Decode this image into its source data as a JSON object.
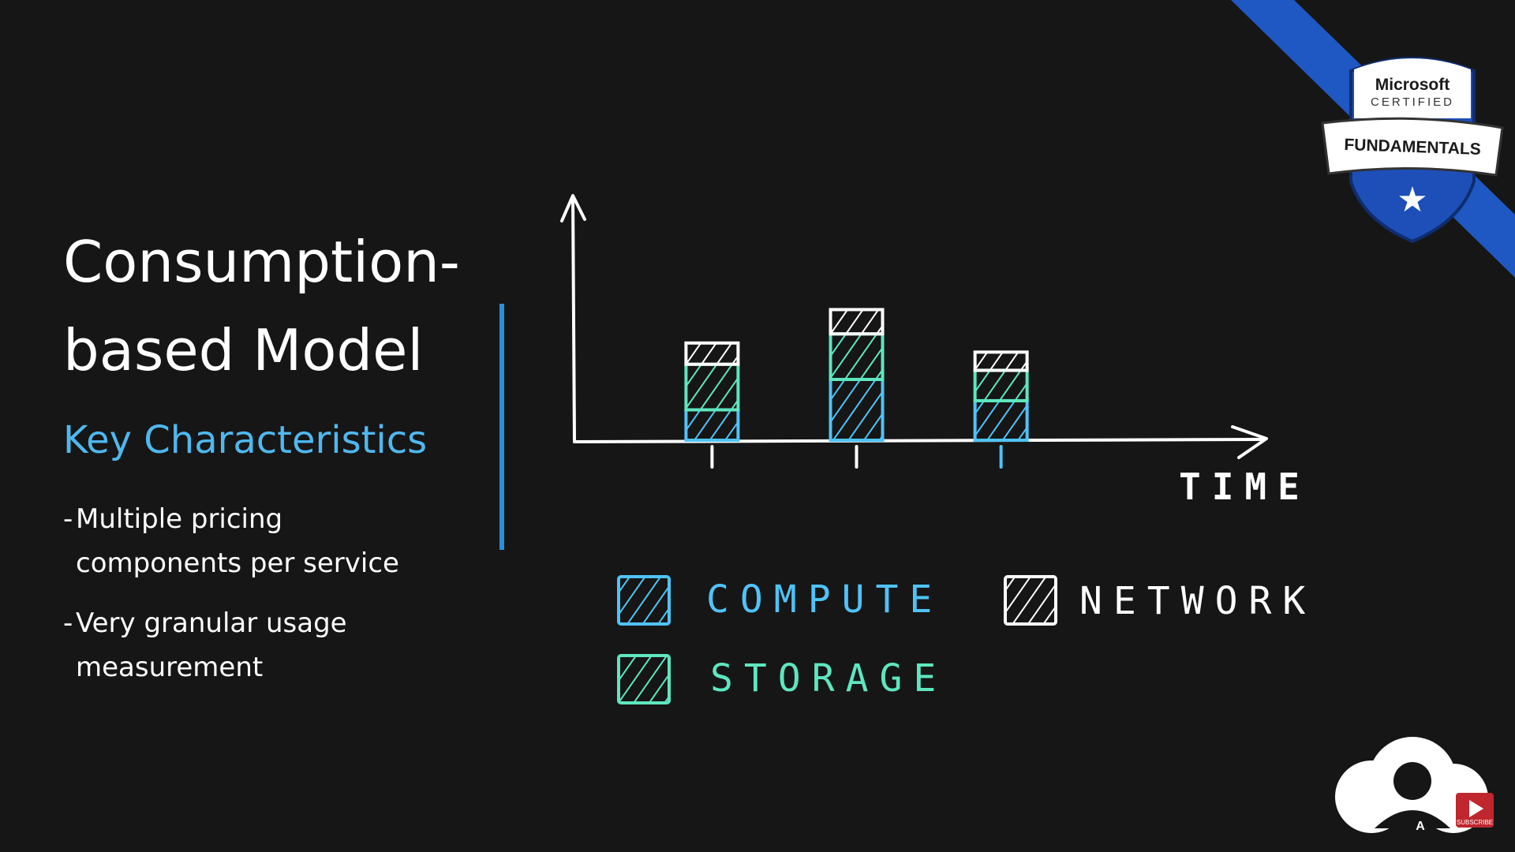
{
  "slide": {
    "title_lines": [
      "Consumption-",
      "based Model"
    ],
    "subtitle": "Key Characteristics",
    "bullets": [
      "Multiple pricing components per service",
      "Very granular usage measurement"
    ]
  },
  "badge": {
    "line1": "Microsoft",
    "line2": "CERTIFIED",
    "line3": "FUNDAMENTALS",
    "icon": "star-icon",
    "ribbon_color": "#1f57c3",
    "shield_color": "#1e4fb8"
  },
  "subscribe": {
    "label": "SUBSCRIBE",
    "icon": "play-icon",
    "avatar_icon": "cloud-avatar-icon"
  },
  "colors": {
    "compute": "#4fc3f7",
    "storage": "#5ee6bf",
    "network": "#ffffff",
    "accent": "#4fb8ee",
    "divider": "#2a8fd8"
  },
  "chart_data": {
    "type": "bar",
    "stacked": true,
    "title": "",
    "xlabel": "TIME",
    "ylabel": "",
    "categories": [
      "",
      "",
      ""
    ],
    "series": [
      {
        "name": "COMPUTE",
        "values": [
          1.0,
          2.0,
          1.3
        ]
      },
      {
        "name": "STORAGE",
        "values": [
          1.5,
          1.5,
          1.0
        ]
      },
      {
        "name": "NETWORK",
        "values": [
          0.7,
          0.8,
          0.6
        ]
      }
    ],
    "ylim": [
      0,
      8
    ],
    "grid": false,
    "legend": [
      "COMPUTE",
      "STORAGE",
      "NETWORK"
    ],
    "legend_position": "bottom"
  }
}
